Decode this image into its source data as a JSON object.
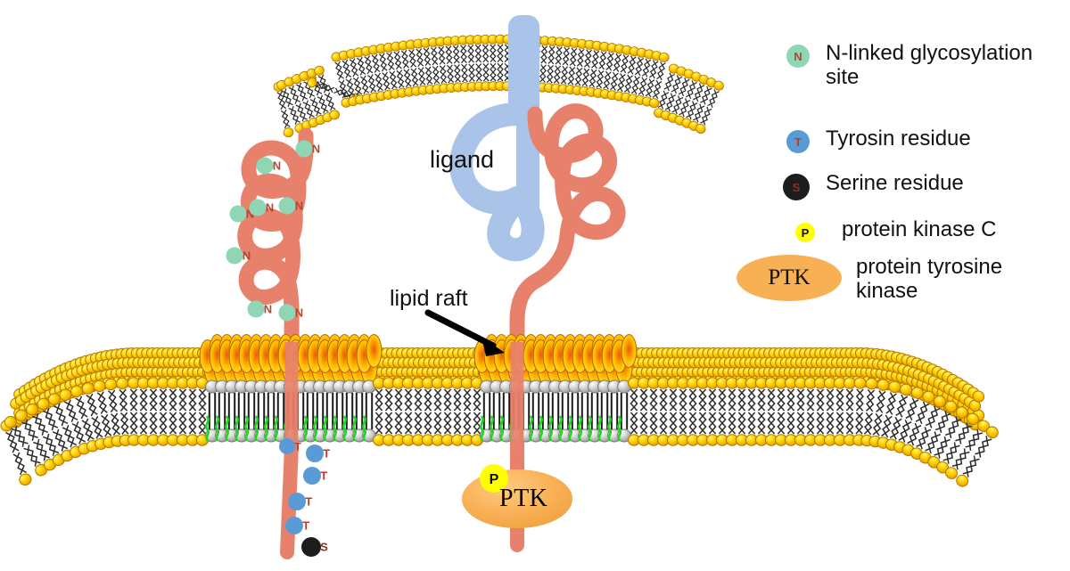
{
  "figure": {
    "type": "biological-diagram",
    "subject": "cell membrane receptor signaling with lipid raft"
  },
  "labels": {
    "ligand": "ligand",
    "lipid_raft": "lipid raft",
    "ptk_membrane": "PTK"
  },
  "legend": {
    "items": [
      {
        "marker": "n-glycosylation-dot",
        "glyph": "N",
        "text": "N-linked glycosylation\nsite"
      },
      {
        "marker": "tyrosine-dot",
        "glyph": "T",
        "text": "Tyrosin residue"
      },
      {
        "marker": "serine-dot",
        "glyph": "S",
        "text": "Serine residue"
      },
      {
        "marker": "protein-kinase-c-dot",
        "glyph": "P",
        "text": "protein kinase C"
      },
      {
        "marker": "ptk-ellipse",
        "glyph": "PTK",
        "text": "protein tyrosine\nkinase"
      }
    ]
  },
  "residues": {
    "n_glycosylation_glyph": "N",
    "tyrosine_glyph": "T",
    "serine_glyph": "S",
    "n_glycosylation_count": 8,
    "tyrosine_count": 4,
    "serine_count": 1
  },
  "colors": {
    "receptor_salmon": "#e8816c",
    "ligand_blue": "#a9c4e8",
    "glyco_green": "#8ed6b4",
    "glyco_letter": "#b5452f",
    "tyrosine_blue": "#5b9bd5",
    "tyrosine_letter": "#c0392b",
    "serine_black": "#1d1d1d",
    "serine_letter": "#8e2f22",
    "kinase_yellow": "#ffff00",
    "ptk_orange": "#f5b濃"
  },
  "membranes": {
    "top": {
      "name": "upper-membrane",
      "leaflets": 2,
      "head_color": "#ffd000"
    },
    "main": {
      "name": "plasma-membrane",
      "has_lipid_raft": true,
      "raft_head_color": "#f7a500"
    }
  }
}
